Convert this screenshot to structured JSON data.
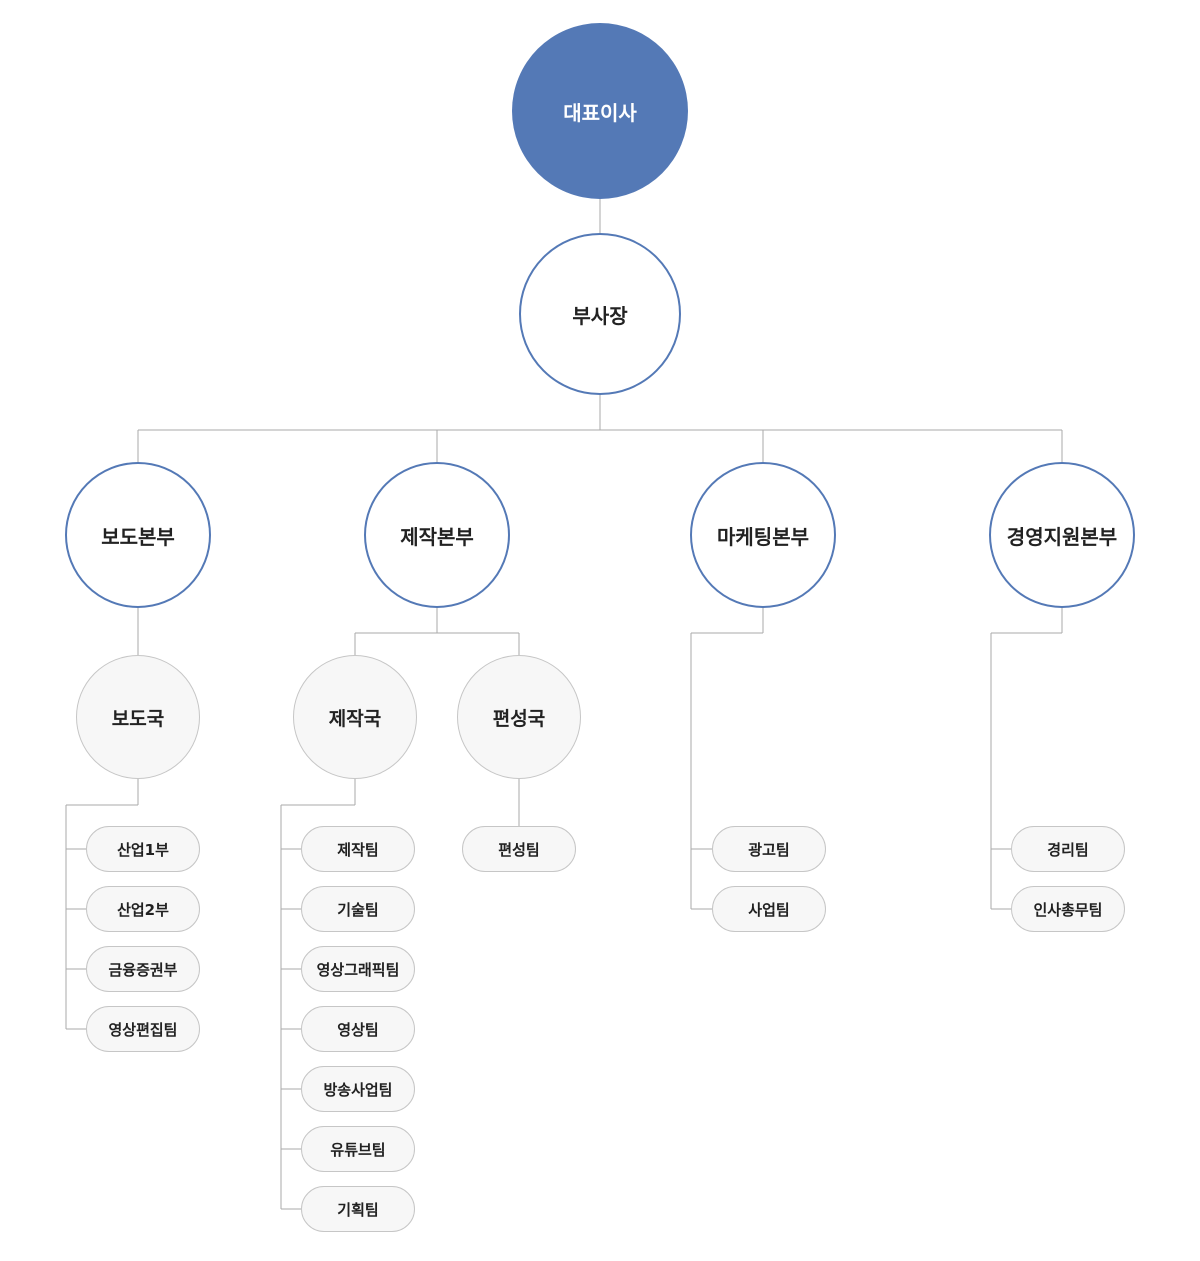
{
  "org": {
    "ceo": "대표이사",
    "vp": "부사장",
    "divisions": [
      {
        "name": "보도본부",
        "bureaus": [
          {
            "name": "보도국",
            "teams": [
              "산업1부",
              "산업2부",
              "금융증권부",
              "영상편집팀"
            ]
          }
        ]
      },
      {
        "name": "제작본부",
        "bureaus": [
          {
            "name": "제작국",
            "teams": [
              "제작팀",
              "기술팀",
              "영상그래픽팀",
              "영상팀",
              "방송사업팀",
              "유튜브팀",
              "기획팀"
            ]
          },
          {
            "name": "편성국",
            "teams": [
              "편성팀"
            ]
          }
        ]
      },
      {
        "name": "마케팅본부",
        "teams": [
          "광고팀",
          "사업팀"
        ]
      },
      {
        "name": "경영지원본부",
        "teams": [
          "경리팀",
          "인사총무팀"
        ]
      }
    ]
  },
  "colors": {
    "primary": "#5479b6",
    "line": "#aaaaaa",
    "node_fill": "#f7f7f7",
    "node_border": "#c6c6c6"
  }
}
